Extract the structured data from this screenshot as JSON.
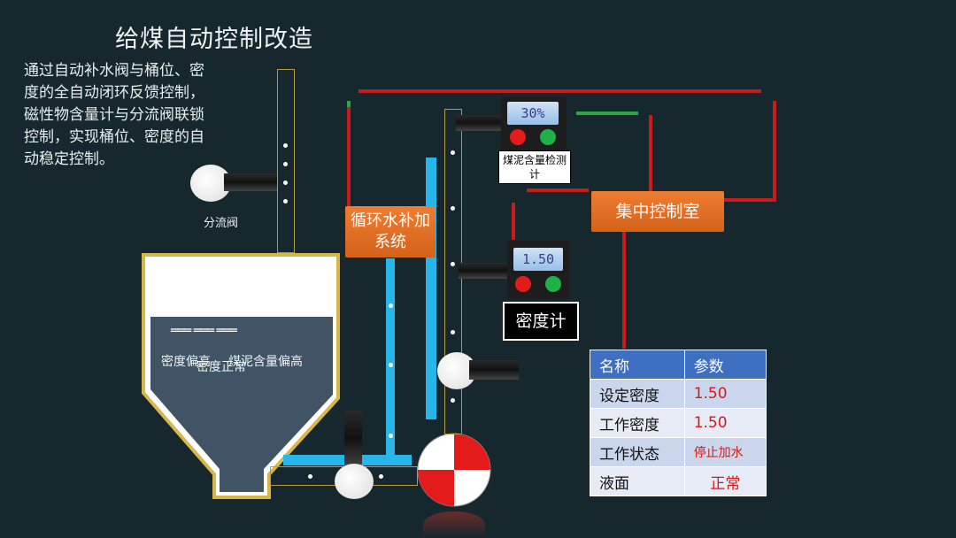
{
  "title": "给煤自动控制改造",
  "description": "通过自动补水阀与桶位、密度的全自动闭环反馈控制，磁性物含量计与分流阀联锁控制，实现桶位、密度的自动稳定控制。",
  "labels": {
    "diversion_valve": "分流阀",
    "makeup_system": "循环水补加系统",
    "control_room": "集中控制室",
    "density_meter": "密度计",
    "magnetic_meter": "煤泥含量检测计"
  },
  "tank": {
    "status_a": "密度偏高",
    "status_b": "密度正常",
    "status_c": "煤泥含量偏高"
  },
  "meters": {
    "magnetic_value": "30%",
    "density_value": "1.50"
  },
  "colors": {
    "signal_line": "#c81c1c",
    "active_line": "#27a845",
    "water_pipe": "#26b6ea",
    "system_box": "#e56f24",
    "table_header": "#3f6fc1"
  },
  "table": {
    "headers": [
      "名称",
      "参数"
    ],
    "rows": [
      {
        "name": "设定密度",
        "value": "1.50"
      },
      {
        "name": "工作密度",
        "value": "1.50"
      },
      {
        "name": "工作状态",
        "value": "停止加水"
      },
      {
        "name": "液面",
        "value": "正常"
      }
    ]
  }
}
